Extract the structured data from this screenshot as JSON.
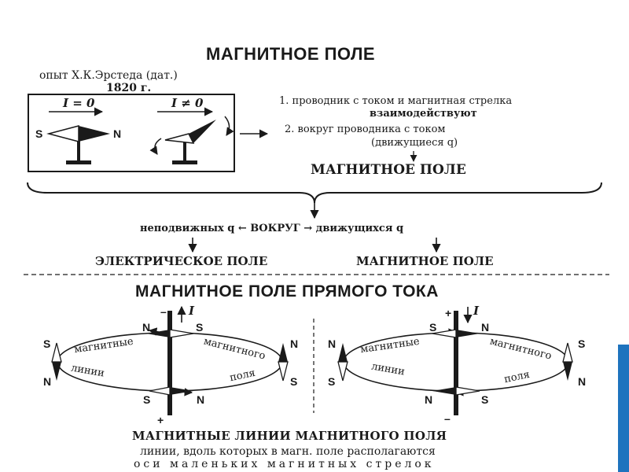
{
  "header": {
    "title": "МАГНИТНОЕ ПОЛЕ"
  },
  "experiment": {
    "line1": "опыт Х.К.Эрстеда (дат.)",
    "line2": "1820 г.",
    "current_off": "I = 0",
    "current_on": "I ≠ 0"
  },
  "conclusions": {
    "item1_a": "1. проводник с током и магнитная стрелка",
    "item1_b": "взаимодействуют",
    "item2_a": "2. вокруг проводника с током",
    "item2_b": "(движущиеся q)",
    "result": "МАГНИТНОЕ ПОЛЕ"
  },
  "fields": {
    "around": "неподвижных q ← ВОКРУГ → движущихся q",
    "electric": "ЭЛЕКТРИЧЕСКОЕ ПОЛЕ",
    "magnetic": "МАГНИТНОЕ ПОЛЕ"
  },
  "straight_current": {
    "title": "МАГНИТНОЕ ПОЛЕ ПРЯМОГО ТОКА",
    "left": {
      "minus": "–",
      "plus": "+",
      "current": "I",
      "label1": "магнитные",
      "label2": "линии",
      "label3": "магнитного",
      "label4": "поля"
    },
    "right": {
      "plus": "+",
      "minus": "–",
      "current": "I",
      "label1": "магнитные",
      "label2": "линии",
      "label3": "магнитного",
      "label4": "поля"
    },
    "pole_n": "N",
    "pole_s": "S"
  },
  "definition": {
    "heading": "МАГНИТНЫЕ ЛИНИИ МАГНИТНОГО ПОЛЯ",
    "line1": "линии, вдоль которых в магн. поле располагаются",
    "line2": "оси маленьких магнитных стрелок"
  },
  "colors": {
    "ink": "#1a1a1a",
    "accent": "#1e73be"
  }
}
